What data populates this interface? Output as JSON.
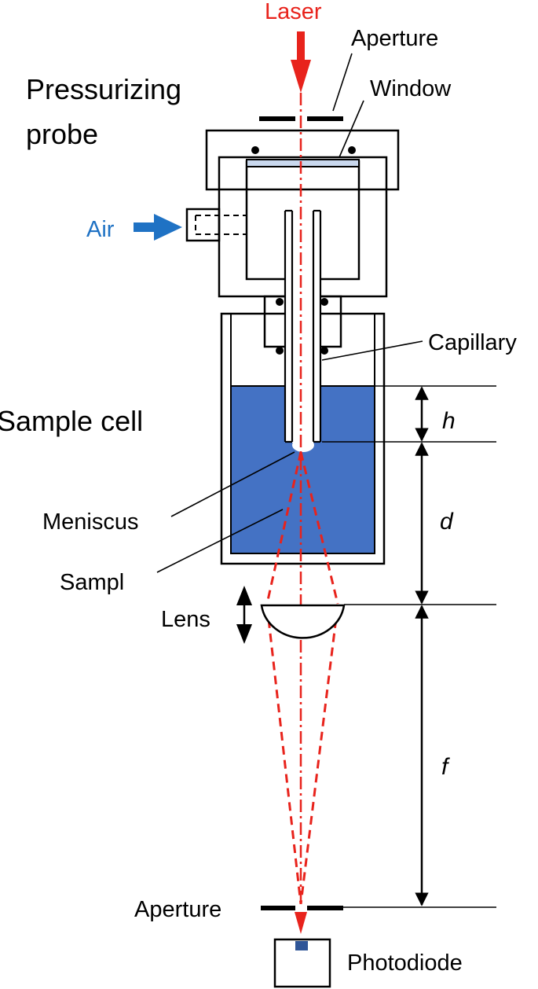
{
  "labels": {
    "laser": "Laser",
    "aperture_top": "Aperture",
    "pressurizing_probe_line1": "Pressurizing",
    "pressurizing_probe_line2": "probe",
    "window": "Window",
    "air": "Air",
    "capillary": "Capillary",
    "sample_cell": "Sample cell",
    "h": "h",
    "d": "d",
    "meniscus": "Meniscus",
    "sample": "Sampl",
    "lens": "Lens",
    "f": "f",
    "aperture_bottom": "Aperture",
    "photodiode": "Photodiode"
  },
  "colors": {
    "laser": "#e8231c",
    "air": "#1f72c4",
    "sample_liquid": "#4472c4",
    "window": "#c9d8ee",
    "photodiode_sensor": "#2f5597",
    "line": "#000000"
  }
}
